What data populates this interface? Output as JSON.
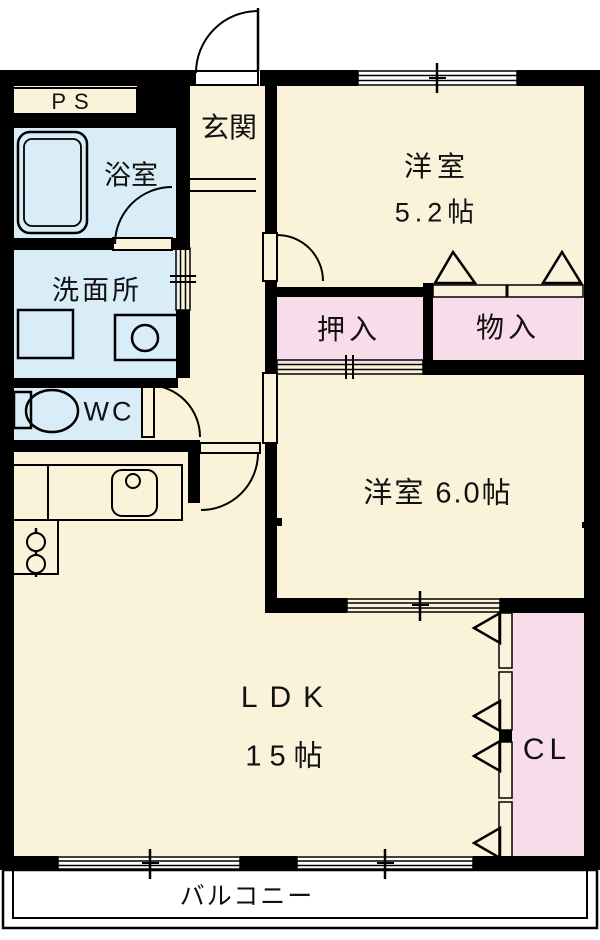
{
  "title": "2LDK apartment floor plan",
  "rooms": {
    "ps": {
      "label": "PS"
    },
    "genkan": {
      "label": "玄関"
    },
    "bathroom": {
      "label": "浴室"
    },
    "washroom": {
      "label": "洗面所"
    },
    "wc": {
      "label": "WC"
    },
    "oshiire": {
      "label": "押入"
    },
    "monoire": {
      "label": "物入"
    },
    "western_room_52": {
      "label": "洋室",
      "size": "5.2帖"
    },
    "western_room_60": {
      "label": "洋室 6.0帖"
    },
    "ldk": {
      "label": "LDK",
      "size": "15帖"
    },
    "cl": {
      "label": "CL"
    },
    "balcony": {
      "label": "バルコニー"
    }
  },
  "colors": {
    "floor": "#faf3da",
    "wet_area": "#d9edf8",
    "closet": "#f9dce9",
    "wall": "#000000",
    "balcony": "#ffffff"
  }
}
